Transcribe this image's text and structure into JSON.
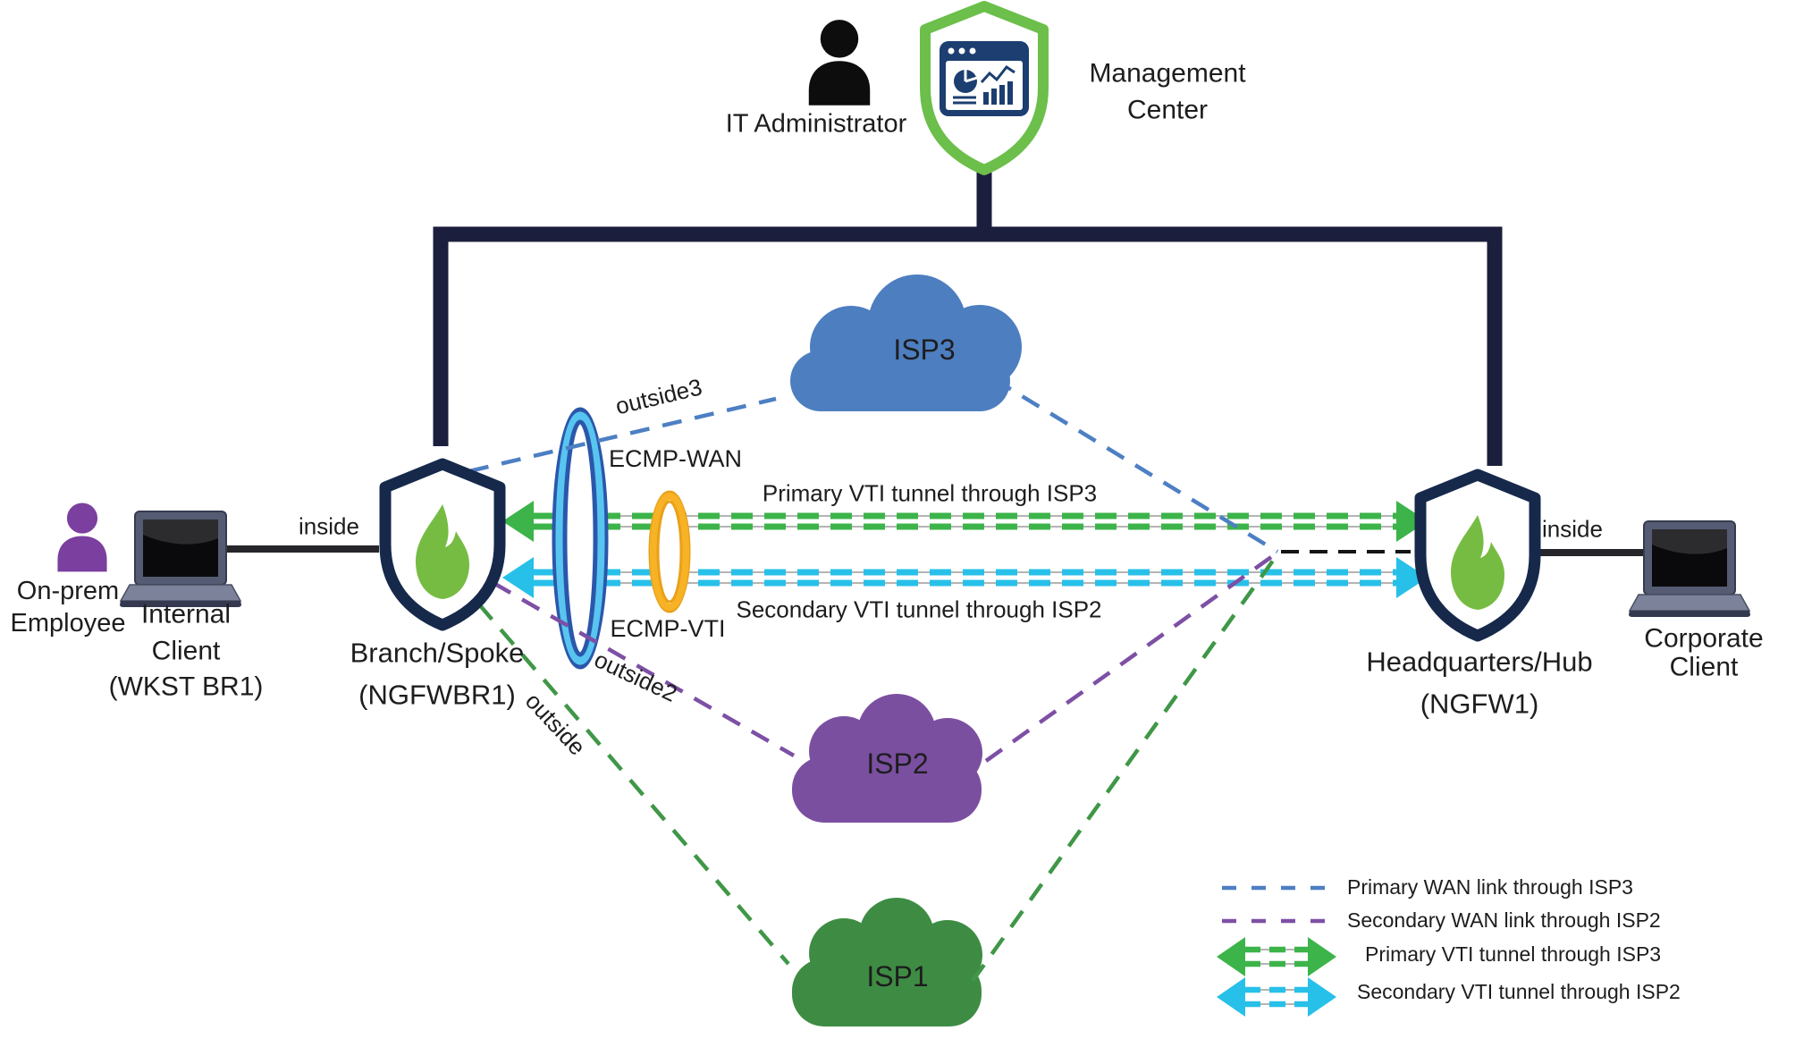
{
  "management": {
    "admin_label": "IT Administrator",
    "center_label": [
      "Management",
      "Center"
    ]
  },
  "left_site": {
    "employee_label": [
      "On-prem",
      "Employee"
    ],
    "client_label": [
      "Internal",
      "Client",
      "(WKST BR1)"
    ],
    "inside_label": "inside"
  },
  "branch_firewall": {
    "name": "Branch/Spoke",
    "hostname": "(NGFWBR1)",
    "interfaces": {
      "inside": "inside",
      "outside3": "outside3",
      "outside2": "outside2",
      "outside": "outside"
    }
  },
  "hq_firewall": {
    "name": "Headquarters/Hub",
    "hostname": "(NGFW1)",
    "inside_label": "inside"
  },
  "right_site": {
    "client_label": [
      "Corporate",
      "Client"
    ]
  },
  "isp_clouds": {
    "isp3": "ISP3",
    "isp2": "ISP2",
    "isp1": "ISP1"
  },
  "ecmp_zones": {
    "wan": "ECMP-WAN",
    "vti": "ECMP-VTI"
  },
  "tunnel_labels": {
    "primary": "Primary VTI tunnel through ISP3",
    "secondary": "Secondary VTI tunnel through ISP2"
  },
  "legend": {
    "items": [
      {
        "style": "dashed-blue",
        "label": "Primary WAN link through ISP3"
      },
      {
        "style": "dashed-purple",
        "label": "Secondary WAN link through ISP2"
      },
      {
        "style": "arrow-green",
        "label": "Primary VTI tunnel through ISP3"
      },
      {
        "style": "arrow-cyan",
        "label": "Secondary VTI tunnel through ISP2"
      }
    ]
  },
  "colors": {
    "shield_navy": "#16294b",
    "flame_green": "#76bc43",
    "mgmt_shield_green": "#6cbf4a",
    "dashboard_navy": "#1c3e70",
    "isp3_blue": "#4d7ec0",
    "isp2_purple": "#7b4fa0",
    "isp1_green": "#3e8c43",
    "vti_primary_green": "#3cb44a",
    "vti_secondary_cyan": "#27c0e9",
    "wan_primary_blue": "#4d7fc3",
    "wan_secondary_purple": "#7d50a5",
    "outside_link_green": "#3f9747",
    "ecmp_wan_ring_blue": "#2b57ab",
    "ecmp_wan_ring_cyan": "#58c5f1",
    "ecmp_vti_ring_orange": "#f2a71b",
    "employee_purple": "#7b3f9f",
    "management_link_dark": "#1c1e3d"
  }
}
